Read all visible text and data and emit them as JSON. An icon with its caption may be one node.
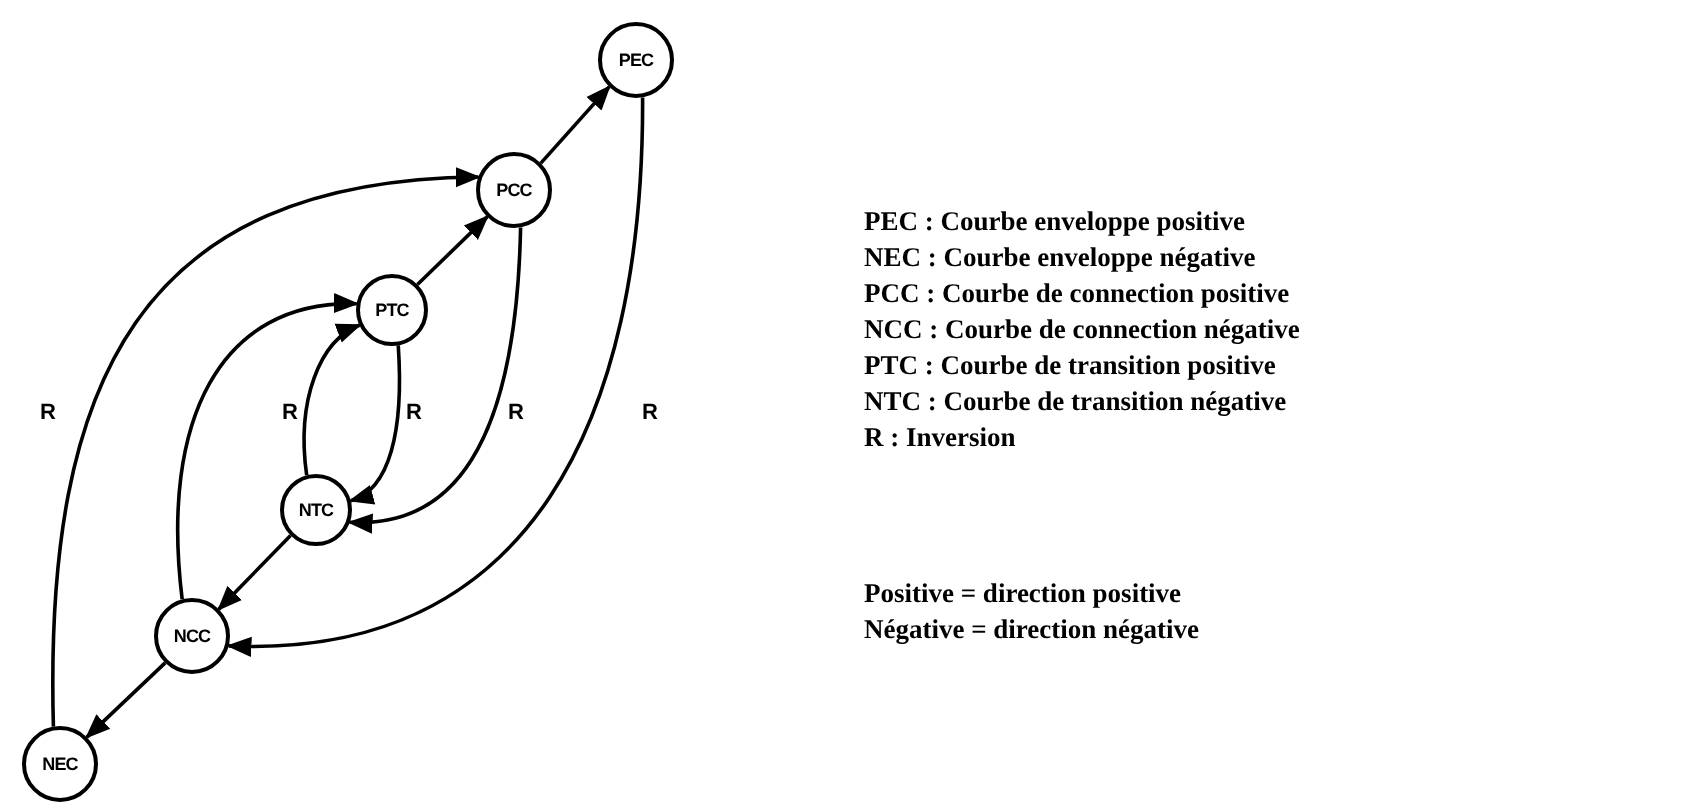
{
  "diagram": {
    "nodes": [
      {
        "text": [
          "PEC"
        ]
      },
      {
        "text": [
          "PCC"
        ]
      },
      {
        "text": [
          "PTC"
        ]
      },
      {
        "text": [
          "NTC"
        ]
      },
      {
        "text": [
          "NCC"
        ]
      },
      {
        "text": [
          "NEC"
        ]
      }
    ],
    "edges": [
      {
        "from": 1,
        "to": 0,
        "arrow": "to"
      },
      {
        "from": 2,
        "to": 1,
        "arrow": "to"
      },
      {
        "from": 3,
        "to": 4,
        "arrow": "to"
      },
      {
        "from": 4,
        "to": 5,
        "arrow": "to"
      },
      {
        "from": 5,
        "to": 1,
        "arrow": "to",
        "label": "R"
      },
      {
        "from": 4,
        "to": 2,
        "arrow": "to"
      },
      {
        "from": 3,
        "to": 2,
        "arrow": "to",
        "label": "R"
      },
      {
        "from": 2,
        "to": 3,
        "arrow": "to",
        "label": "R"
      },
      {
        "from": 1,
        "to": 3,
        "arrow": "to",
        "label": "R"
      },
      {
        "from": 0,
        "to": 4,
        "arrow": "to",
        "label": "R"
      }
    ],
    "labels": [
      "PEC : Courbe enveloppe positive",
      "NEC : Courbe enveloppe négative",
      "PCC : Courbe de connection positive",
      "NCC : Courbe de connection négative",
      "PTC : Courbe de transition positive",
      "NTC : Courbe de transition négative",
      "R : Inversion",
      "Positive = direction positive",
      "Négative = direction négative"
    ]
  }
}
